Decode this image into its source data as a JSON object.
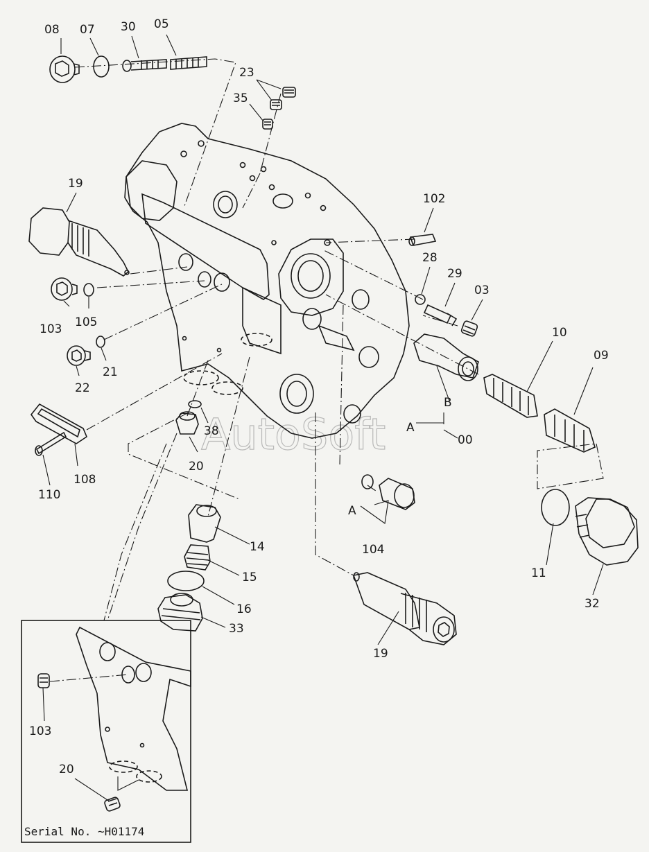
{
  "diagram": {
    "watermark": "AutoSoft",
    "serial_note": "Serial No. ~H01174",
    "labels": {
      "l08": "08",
      "l07": "07",
      "l30": "30",
      "l05": "05",
      "l23": "23",
      "l35": "35",
      "l19a": "19",
      "l102": "102",
      "l28": "28",
      "l29": "29",
      "l03": "03",
      "l103a": "103",
      "l105": "105",
      "l21": "21",
      "l22": "22",
      "l10": "10",
      "l09": "09",
      "lB": "B",
      "lA1": "A",
      "l00": "00",
      "l38": "38",
      "l20a": "20",
      "l108": "108",
      "l110": "110",
      "lA2": "A",
      "l104": "104",
      "l14": "14",
      "l11": "11",
      "l32": "32",
      "l15": "15",
      "l16": "16",
      "l33": "33",
      "l19b": "19",
      "l103b": "103",
      "l20b": "20"
    }
  }
}
